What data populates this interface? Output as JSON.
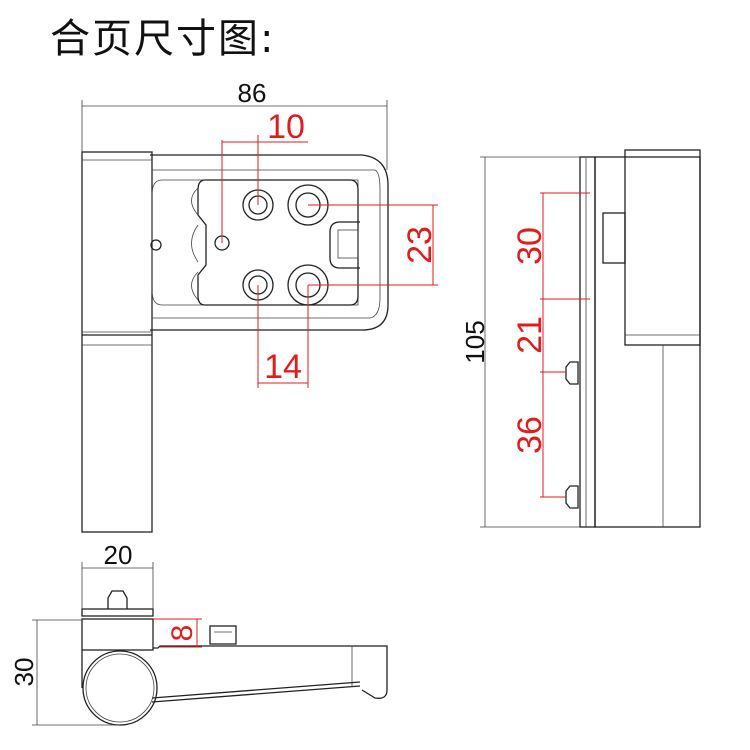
{
  "title": "合页尺寸图:",
  "colors": {
    "line": "#222222",
    "dimension_red": "#e31b1b"
  },
  "front_view": {
    "width": "86",
    "hole_offset": "10",
    "hole_vertical_spacing": "23",
    "hole_horizontal_spacing": "14"
  },
  "side_view": {
    "height": "105",
    "seg1": "30",
    "seg2": "21",
    "seg3": "36"
  },
  "bottom_view": {
    "width": "20",
    "height": "30",
    "step": "8"
  }
}
